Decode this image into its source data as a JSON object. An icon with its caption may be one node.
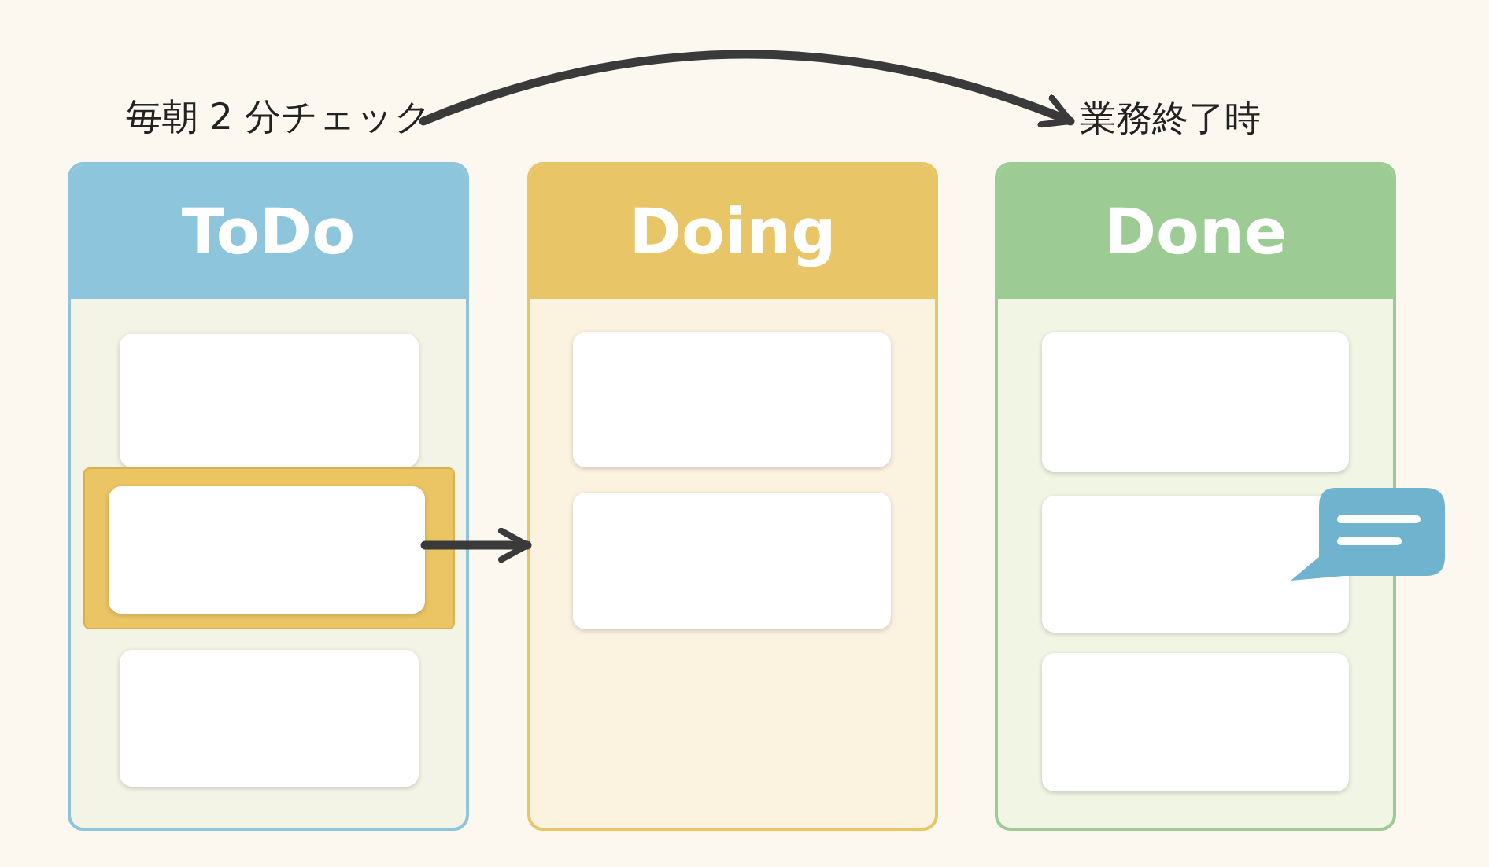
{
  "diagram": {
    "nodes": [
      {
        "text": [
          "ToDo"
        ]
      },
      {
        "text": [],
        "shape": "box",
        "in": 0
      },
      {
        "text": [],
        "shape": "box",
        "in": 0
      },
      {
        "text": [],
        "shape": "box",
        "in": 2
      },
      {
        "text": [],
        "shape": "box",
        "in": 0
      },
      {
        "text": [
          "Doing"
        ]
      },
      {
        "text": [],
        "shape": "box",
        "in": 5
      },
      {
        "text": [],
        "shape": "box",
        "in": 5
      },
      {
        "text": [
          "Done"
        ]
      },
      {
        "text": [],
        "shape": "box",
        "in": 8
      },
      {
        "text": [],
        "shape": "box",
        "in": 8
      },
      {
        "text": [],
        "shape": "box",
        "in": 8
      },
      {
        "text": [
          "毎朝 2 分チェック"
        ]
      },
      {
        "text": [
          "業務終了時"
        ]
      }
    ],
    "edges": [
      {
        "from": 3,
        "to": 5,
        "arrow": "to"
      },
      {
        "from": 12,
        "to": 13,
        "arrow": "to"
      }
    ]
  }
}
